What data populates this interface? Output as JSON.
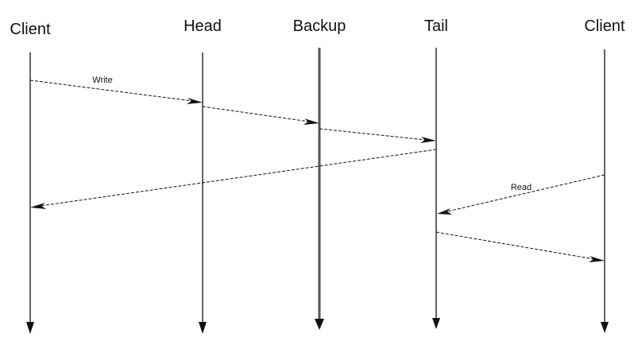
{
  "lanes": [
    {
      "id": "client-left",
      "title": "Client"
    },
    {
      "id": "head",
      "title": "Head"
    },
    {
      "id": "backup",
      "title": "Backup"
    },
    {
      "id": "tail",
      "title": "Tail"
    },
    {
      "id": "client-right",
      "title": "Client"
    }
  ],
  "messages": [
    {
      "id": "write",
      "from": "client-left",
      "to": "head",
      "label": "Write"
    },
    {
      "id": "head-to-backup",
      "from": "head",
      "to": "backup",
      "label": ""
    },
    {
      "id": "backup-to-tail",
      "from": "backup",
      "to": "tail",
      "label": ""
    },
    {
      "id": "tail-ack",
      "from": "tail",
      "to": "client-left",
      "label": ""
    },
    {
      "id": "read",
      "from": "client-right",
      "to": "tail",
      "label": "Read"
    },
    {
      "id": "read-reply",
      "from": "tail",
      "to": "client-right",
      "label": ""
    }
  ],
  "colors": {
    "line": "#111111",
    "backup_line": "#555555",
    "background": "#ffffff"
  }
}
